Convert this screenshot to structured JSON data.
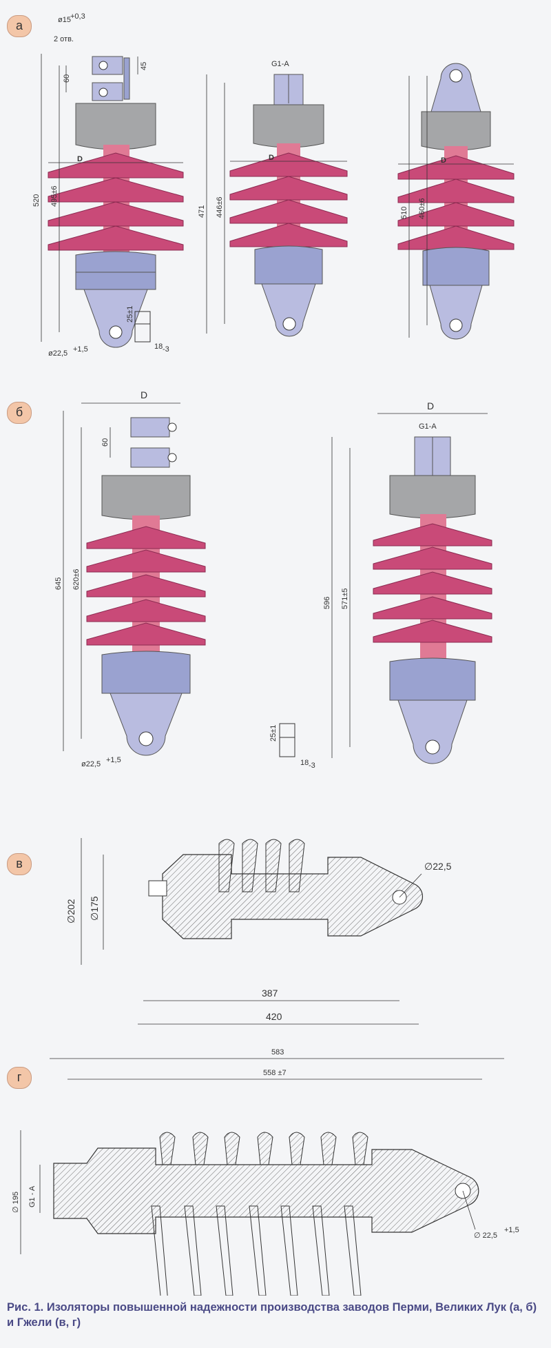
{
  "panels": {
    "a": {
      "badge": "а",
      "left": {
        "hole_dia": "ø15",
        "hole_tol": "+0,3",
        "hole_count": "2 отв.",
        "d60": "60",
        "d45": "45",
        "total": "520",
        "ins": "495±6",
        "D": "D",
        "bottom_hole": "ø22,5",
        "bottom_tol": "+1,5",
        "slot_h": "25±1",
        "slot_w": "18",
        "slot_tol": "-3"
      },
      "mid": {
        "thread": "G1-A",
        "total": "471",
        "ins": "446±6",
        "D": "D"
      },
      "right": {
        "total": "510",
        "ins": "460±6",
        "D": "D"
      }
    },
    "b": {
      "badge": "б",
      "left": {
        "D": "D",
        "d60": "60",
        "total": "645",
        "ins": "620±6",
        "bottom_hole": "ø22,5",
        "bottom_tol": "+1,5",
        "slot_h": "25±1",
        "slot_w": "18",
        "slot_tol": "-3"
      },
      "right": {
        "D": "D",
        "thread": "G1-A",
        "total": "596",
        "ins": "571±5"
      }
    },
    "v": {
      "badge": "в",
      "dia_outer": "∅202",
      "dia_inner": "∅175",
      "hole": "∅22,5",
      "len_ins": "387",
      "len_total": "420"
    },
    "g": {
      "badge": "г",
      "len_total": "583",
      "len_ins": "558 ±7",
      "dia": "∅ 195",
      "thread": "G1 - A",
      "hole": "∅ 22,5",
      "hole_tol": "+1,5"
    }
  },
  "caption": "Рис. 1. Изоляторы повышенной надежности производства заводов Перми, Великих Лук (а, б) и Гжели (в, г)",
  "colors": {
    "shed": "#c94a78",
    "core": "#e07a95",
    "metal": "#9aa2d0",
    "fitting": "#b9bce0",
    "cap": "#a5a6a8"
  }
}
